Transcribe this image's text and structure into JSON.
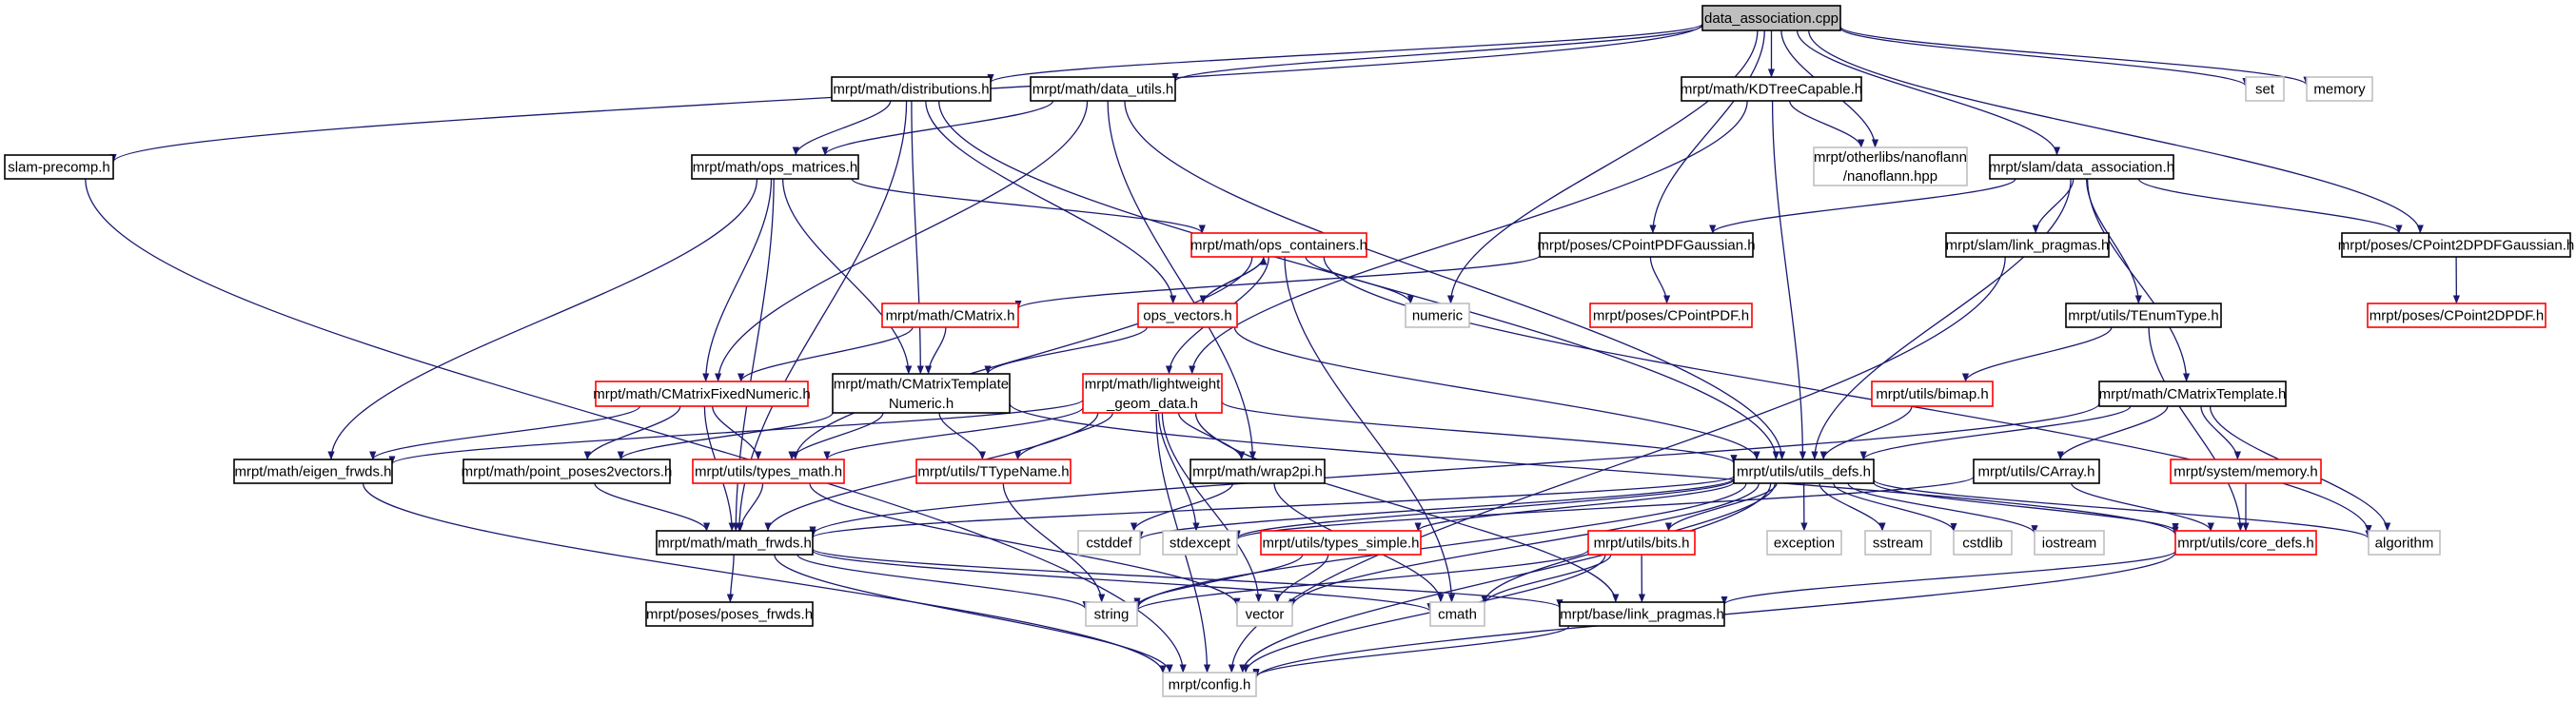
{
  "title": "data_association.cpp",
  "colors": {
    "edge": "#191970",
    "root_fill": "#bfbfbf",
    "normal_border": "#000000",
    "truncated_border": "#ff0000",
    "external_border": "#bfbfbf"
  },
  "nodes": [
    {
      "id": "cpp",
      "label": [
        "data_association.cpp"
      ],
      "kind": "root"
    },
    {
      "id": "distributions",
      "label": [
        "mrpt/math/distributions.h"
      ],
      "kind": "normal"
    },
    {
      "id": "data_utils",
      "label": [
        "mrpt/math/data_utils.h"
      ],
      "kind": "normal"
    },
    {
      "id": "kdtree",
      "label": [
        "mrpt/math/KDTreeCapable.h"
      ],
      "kind": "normal"
    },
    {
      "id": "set",
      "label": [
        "set"
      ],
      "kind": "external"
    },
    {
      "id": "memory",
      "label": [
        "memory"
      ],
      "kind": "external"
    },
    {
      "id": "slam_precomp",
      "label": [
        "slam-precomp.h"
      ],
      "kind": "normal"
    },
    {
      "id": "ops_matrices",
      "label": [
        "mrpt/math/ops_matrices.h"
      ],
      "kind": "normal"
    },
    {
      "id": "nanoflann",
      "label": [
        "mrpt/otherlibs/nanoflann",
        "/nanoflann.hpp"
      ],
      "kind": "external"
    },
    {
      "id": "slam_da",
      "label": [
        "mrpt/slam/data_association.h"
      ],
      "kind": "normal"
    },
    {
      "id": "cpointpdfgauss",
      "label": [
        "mrpt/poses/CPointPDFGaussian.h"
      ],
      "kind": "normal"
    },
    {
      "id": "slam_link",
      "label": [
        "mrpt/slam/link_pragmas.h"
      ],
      "kind": "normal"
    },
    {
      "id": "cpoint2dpdfgauss",
      "label": [
        "mrpt/poses/CPoint2DPDFGaussian.h"
      ],
      "kind": "normal"
    },
    {
      "id": "ops_containers",
      "label": [
        "mrpt/math/ops_containers.h"
      ],
      "kind": "truncated"
    },
    {
      "id": "cpointpdf",
      "label": [
        "mrpt/poses/CPointPDF.h"
      ],
      "kind": "truncated"
    },
    {
      "id": "tenum",
      "label": [
        "mrpt/utils/TEnumType.h"
      ],
      "kind": "normal"
    },
    {
      "id": "cpoint2dpdf",
      "label": [
        "mrpt/poses/CPoint2DPDF.h"
      ],
      "kind": "truncated"
    },
    {
      "id": "cmatrix",
      "label": [
        "mrpt/math/CMatrix.h"
      ],
      "kind": "truncated"
    },
    {
      "id": "ops_vectors",
      "label": [
        "ops_vectors.h"
      ],
      "kind": "truncated"
    },
    {
      "id": "numeric",
      "label": [
        "numeric"
      ],
      "kind": "external"
    },
    {
      "id": "cmfn",
      "label": [
        "mrpt/math/CMatrixFixedNumeric.h"
      ],
      "kind": "truncated"
    },
    {
      "id": "cmtn",
      "label": [
        "mrpt/math/CMatrixTemplate",
        "Numeric.h"
      ],
      "kind": "normal"
    },
    {
      "id": "lightweight",
      "label": [
        "mrpt/math/lightweight",
        "_geom_data.h"
      ],
      "kind": "truncated"
    },
    {
      "id": "bimap",
      "label": [
        "mrpt/utils/bimap.h"
      ],
      "kind": "truncated"
    },
    {
      "id": "cmt",
      "label": [
        "mrpt/math/CMatrixTemplate.h"
      ],
      "kind": "normal"
    },
    {
      "id": "eigen",
      "label": [
        "mrpt/math/eigen_frwds.h"
      ],
      "kind": "normal"
    },
    {
      "id": "pp2v",
      "label": [
        "mrpt/math/point_poses2vectors.h"
      ],
      "kind": "normal"
    },
    {
      "id": "types_math",
      "label": [
        "mrpt/utils/types_math.h"
      ],
      "kind": "truncated"
    },
    {
      "id": "ttypename",
      "label": [
        "mrpt/utils/TTypeName.h"
      ],
      "kind": "truncated"
    },
    {
      "id": "wrap2pi",
      "label": [
        "mrpt/math/wrap2pi.h"
      ],
      "kind": "normal"
    },
    {
      "id": "utils_defs",
      "label": [
        "mrpt/utils/utils_defs.h"
      ],
      "kind": "normal"
    },
    {
      "id": "carray",
      "label": [
        "mrpt/utils/CArray.h"
      ],
      "kind": "normal"
    },
    {
      "id": "sysmem",
      "label": [
        "mrpt/system/memory.h"
      ],
      "kind": "truncated"
    },
    {
      "id": "math_frwds",
      "label": [
        "mrpt/math/math_frwds.h"
      ],
      "kind": "normal"
    },
    {
      "id": "cstddef",
      "label": [
        "cstddef"
      ],
      "kind": "external"
    },
    {
      "id": "stdexcept",
      "label": [
        "stdexcept"
      ],
      "kind": "external"
    },
    {
      "id": "types_simple",
      "label": [
        "mrpt/utils/types_simple.h"
      ],
      "kind": "truncated"
    },
    {
      "id": "bits",
      "label": [
        "mrpt/utils/bits.h"
      ],
      "kind": "truncated"
    },
    {
      "id": "exception",
      "label": [
        "exception"
      ],
      "kind": "external"
    },
    {
      "id": "sstream",
      "label": [
        "sstream"
      ],
      "kind": "external"
    },
    {
      "id": "cstdlib",
      "label": [
        "cstdlib"
      ],
      "kind": "external"
    },
    {
      "id": "iostream",
      "label": [
        "iostream"
      ],
      "kind": "external"
    },
    {
      "id": "core_defs",
      "label": [
        "mrpt/utils/core_defs.h"
      ],
      "kind": "truncated"
    },
    {
      "id": "algorithm",
      "label": [
        "algorithm"
      ],
      "kind": "external"
    },
    {
      "id": "poses_frwds",
      "label": [
        "mrpt/poses/poses_frwds.h"
      ],
      "kind": "normal"
    },
    {
      "id": "string",
      "label": [
        "string"
      ],
      "kind": "external"
    },
    {
      "id": "vector",
      "label": [
        "vector"
      ],
      "kind": "external"
    },
    {
      "id": "cmath",
      "label": [
        "cmath"
      ],
      "kind": "external"
    },
    {
      "id": "base_link",
      "label": [
        "mrpt/base/link_pragmas.h"
      ],
      "kind": "normal"
    },
    {
      "id": "config",
      "label": [
        "mrpt/config.h"
      ],
      "kind": "external"
    }
  ],
  "edges": [
    [
      "cpp",
      "slam_precomp"
    ],
    [
      "cpp",
      "distributions"
    ],
    [
      "cpp",
      "data_utils"
    ],
    [
      "cpp",
      "kdtree"
    ],
    [
      "cpp",
      "nanoflann"
    ],
    [
      "cpp",
      "set"
    ],
    [
      "cpp",
      "memory"
    ],
    [
      "cpp",
      "slam_da"
    ],
    [
      "cpp",
      "cpoint2dpdfgauss"
    ],
    [
      "cpp",
      "cpointpdfgauss"
    ],
    [
      "cpp",
      "numeric"
    ],
    [
      "distributions",
      "ops_matrices"
    ],
    [
      "distributions",
      "cmtn"
    ],
    [
      "distributions",
      "ops_vectors"
    ],
    [
      "distributions",
      "utils_defs"
    ],
    [
      "distributions",
      "math_frwds"
    ],
    [
      "data_utils",
      "ops_matrices"
    ],
    [
      "data_utils",
      "cmfn"
    ],
    [
      "data_utils",
      "wrap2pi"
    ],
    [
      "data_utils",
      "utils_defs"
    ],
    [
      "kdtree",
      "nanoflann"
    ],
    [
      "kdtree",
      "lightweight"
    ],
    [
      "kdtree",
      "utils_defs"
    ],
    [
      "ops_matrices",
      "ops_containers"
    ],
    [
      "ops_matrices",
      "cmfn"
    ],
    [
      "ops_matrices",
      "cmtn"
    ],
    [
      "ops_matrices",
      "eigen"
    ],
    [
      "ops_matrices",
      "math_frwds"
    ],
    [
      "ops_containers",
      "ops_vectors"
    ],
    [
      "ops_containers",
      "numeric"
    ],
    [
      "ops_containers",
      "algorithm"
    ],
    [
      "ops_containers",
      "lightweight"
    ],
    [
      "ops_containers",
      "cmath"
    ],
    [
      "ops_containers",
      "types_math"
    ],
    [
      "ops_vectors",
      "ops_containers"
    ],
    [
      "ops_vectors",
      "cmtn"
    ],
    [
      "ops_vectors",
      "utils_defs"
    ],
    [
      "cmatrix",
      "cmfn"
    ],
    [
      "cmatrix",
      "cmtn"
    ],
    [
      "cpointpdfgauss",
      "cpointpdf"
    ],
    [
      "cpointpdfgauss",
      "cmatrix"
    ],
    [
      "slam_da",
      "cpointpdfgauss"
    ],
    [
      "slam_da",
      "slam_link"
    ],
    [
      "slam_da",
      "tenum"
    ],
    [
      "slam_da",
      "cmt"
    ],
    [
      "slam_da",
      "cpoint2dpdfgauss"
    ],
    [
      "slam_da",
      "utils_defs"
    ],
    [
      "slam_link",
      "config"
    ],
    [
      "tenum",
      "bimap"
    ],
    [
      "tenum",
      "core_defs"
    ],
    [
      "bimap",
      "utils_defs"
    ],
    [
      "cmt",
      "utils_defs"
    ],
    [
      "cmt",
      "carray"
    ],
    [
      "cmt",
      "sysmem"
    ],
    [
      "cmt",
      "algorithm"
    ],
    [
      "cmt",
      "math_frwds"
    ],
    [
      "carray",
      "core_defs"
    ],
    [
      "carray",
      "stdexcept"
    ],
    [
      "sysmem",
      "core_defs"
    ],
    [
      "core_defs",
      "base_link"
    ],
    [
      "core_defs",
      "config"
    ],
    [
      "cpoint2dpdfgauss",
      "cpoint2dpdf"
    ],
    [
      "cmfn",
      "eigen"
    ],
    [
      "cmfn",
      "pp2v"
    ],
    [
      "cmfn",
      "types_math"
    ],
    [
      "cmfn",
      "math_frwds"
    ],
    [
      "cmtn",
      "pp2v"
    ],
    [
      "cmtn",
      "types_math"
    ],
    [
      "cmtn",
      "ttypename"
    ],
    [
      "cmtn",
      "core_defs"
    ],
    [
      "lightweight",
      "math_frwds"
    ],
    [
      "lightweight",
      "types_math"
    ],
    [
      "lightweight",
      "ttypename"
    ],
    [
      "lightweight",
      "wrap2pi"
    ],
    [
      "lightweight",
      "stdexcept"
    ],
    [
      "lightweight",
      "config"
    ],
    [
      "lightweight",
      "vector"
    ],
    [
      "lightweight",
      "utils_defs"
    ],
    [
      "lightweight",
      "base_link"
    ],
    [
      "lightweight",
      "eigen"
    ],
    [
      "eigen",
      "config"
    ],
    [
      "pp2v",
      "math_frwds"
    ],
    [
      "types_math",
      "math_frwds"
    ],
    [
      "types_math",
      "vector"
    ],
    [
      "math_frwds",
      "poses_frwds"
    ],
    [
      "math_frwds",
      "config"
    ],
    [
      "math_frwds",
      "string"
    ],
    [
      "math_frwds",
      "cmath"
    ],
    [
      "math_frwds",
      "base_link"
    ],
    [
      "ttypename",
      "string"
    ],
    [
      "wrap2pi",
      "cstddef"
    ],
    [
      "wrap2pi",
      "cmath"
    ],
    [
      "utils_defs",
      "exception"
    ],
    [
      "utils_defs",
      "sstream"
    ],
    [
      "utils_defs",
      "cstdlib"
    ],
    [
      "utils_defs",
      "iostream"
    ],
    [
      "utils_defs",
      "core_defs"
    ],
    [
      "utils_defs",
      "algorithm"
    ],
    [
      "utils_defs",
      "cstddef"
    ],
    [
      "utils_defs",
      "stdexcept"
    ],
    [
      "utils_defs",
      "types_simple"
    ],
    [
      "utils_defs",
      "bits"
    ],
    [
      "utils_defs",
      "string"
    ],
    [
      "utils_defs",
      "vector"
    ],
    [
      "utils_defs",
      "cmath"
    ],
    [
      "utils_defs",
      "config"
    ],
    [
      "utils_defs",
      "math_frwds"
    ],
    [
      "types_simple",
      "string"
    ],
    [
      "types_simple",
      "vector"
    ],
    [
      "bits",
      "string"
    ],
    [
      "bits",
      "cmath"
    ],
    [
      "bits",
      "base_link"
    ],
    [
      "bits",
      "config"
    ],
    [
      "base_link",
      "config"
    ],
    [
      "slam_precomp",
      "config"
    ]
  ]
}
